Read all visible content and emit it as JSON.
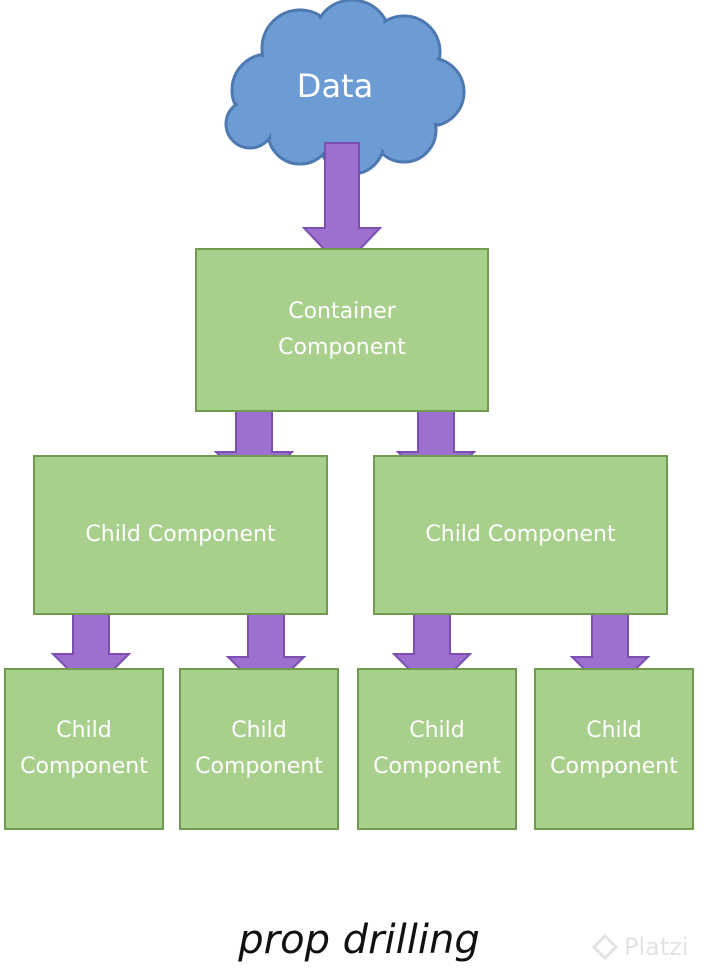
{
  "cloud": {
    "label": "Data"
  },
  "container": {
    "label_lines": [
      "Container",
      "Component"
    ]
  },
  "children": [
    {
      "label": "Child Component"
    },
    {
      "label": "Child Component"
    }
  ],
  "grandchildren": [
    {
      "label_lines": [
        "Child",
        "Component"
      ]
    },
    {
      "label_lines": [
        "Child",
        "Component"
      ]
    },
    {
      "label_lines": [
        "Child",
        "Component"
      ]
    },
    {
      "label_lines": [
        "Child",
        "Component"
      ]
    }
  ],
  "caption": "prop drilling",
  "watermark": "Platzi",
  "colors": {
    "cloud_fill": "#6d9bd3",
    "cloud_stroke": "#4e79b0",
    "box_fill": "#a9cf8d",
    "box_border": "#6f9b4f",
    "arrow_fill": "#9d6fce",
    "arrow_stroke": "#7a4fb0"
  }
}
